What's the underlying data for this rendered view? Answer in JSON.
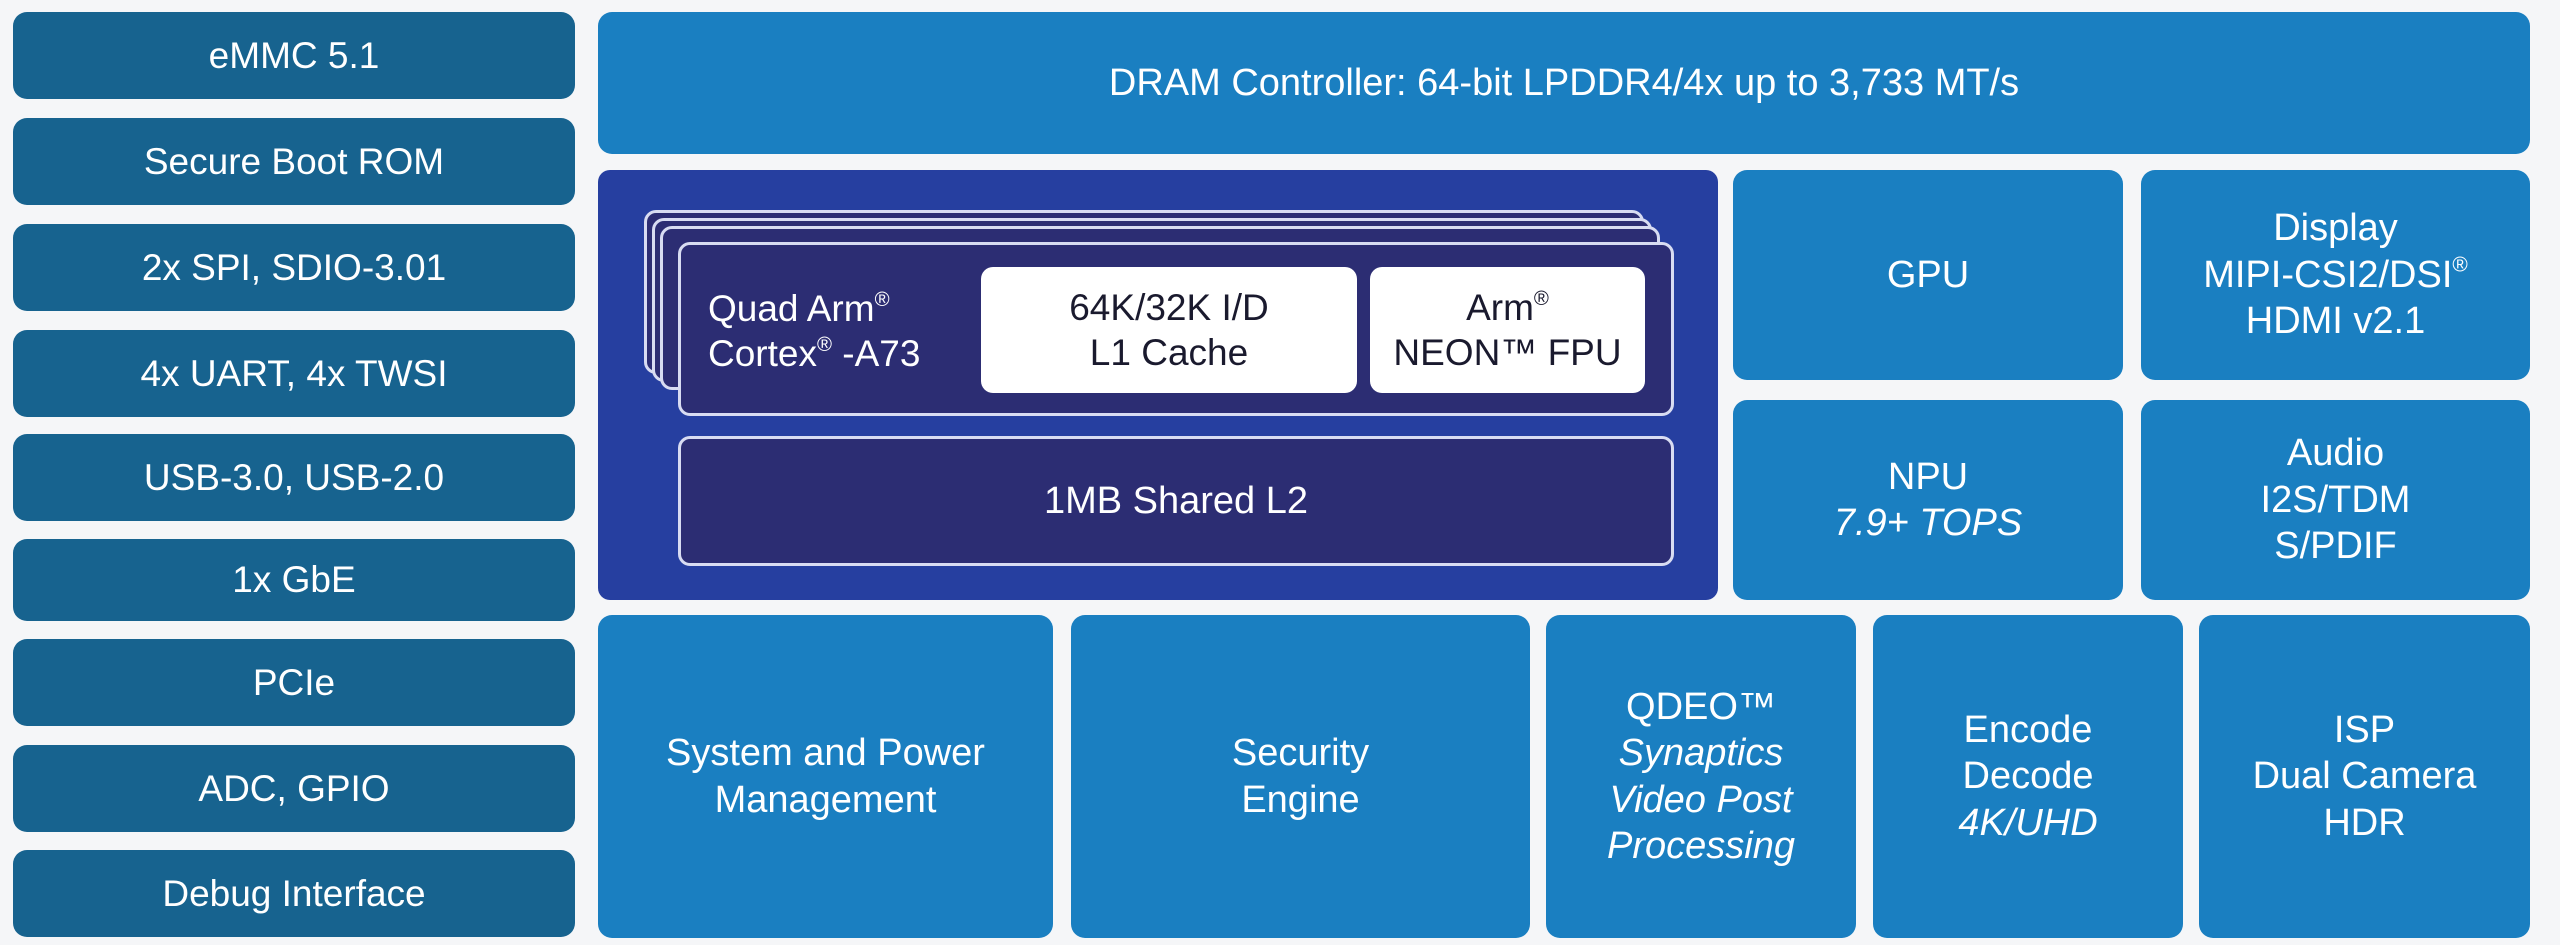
{
  "interfaces": [
    "eMMC 5.1",
    "Secure Boot ROM",
    "2x SPI, SDIO-3.01",
    "4x UART, 4x TWSI",
    "USB-3.0, USB-2.0",
    "1x GbE",
    "PCIe",
    "ADC, GPIO",
    "Debug Interface"
  ],
  "dram": "DRAM Controller: 64-bit LPDDR4/4x up to 3,733 MT/s",
  "cpu": {
    "core_line1": "Quad Arm",
    "core_line2": "Cortex",
    "core_line2_suffix": " -A73",
    "registered": "®",
    "l1_line1": "64K/32K I/D",
    "l1_line2": "L1 Cache",
    "fpu_line1": "Arm",
    "fpu_line2": "NEON™ FPU",
    "l2": "1MB Shared L2"
  },
  "gpu": "GPU",
  "display": {
    "line1": "Display",
    "line2": "MIPI-CSI2/DSI",
    "line3": "HDMI v2.1"
  },
  "npu": {
    "line1": "NPU",
    "line2": "7.9+ TOPS"
  },
  "audio": {
    "line1": "Audio",
    "line2": "I2S/TDM",
    "line3": "S/PDIF"
  },
  "system_power": {
    "line1": "System and Power",
    "line2": "Management"
  },
  "security": {
    "line1": "Security",
    "line2": "Engine"
  },
  "qdeo": {
    "line1": "QDEO™",
    "line2": "Synaptics",
    "line3": "Video Post",
    "line4": "Processing"
  },
  "codec": {
    "line1": "Encode",
    "line2": "Decode",
    "line3": "4K/UHD"
  },
  "isp": {
    "line1": "ISP",
    "line2": "Dual Camera",
    "line3": "HDR"
  },
  "colors": {
    "interface_block": "#17638f",
    "main_block": "#1a7fc1",
    "cpu_cluster": "#263fa0",
    "core_card": "#2c2d73"
  }
}
